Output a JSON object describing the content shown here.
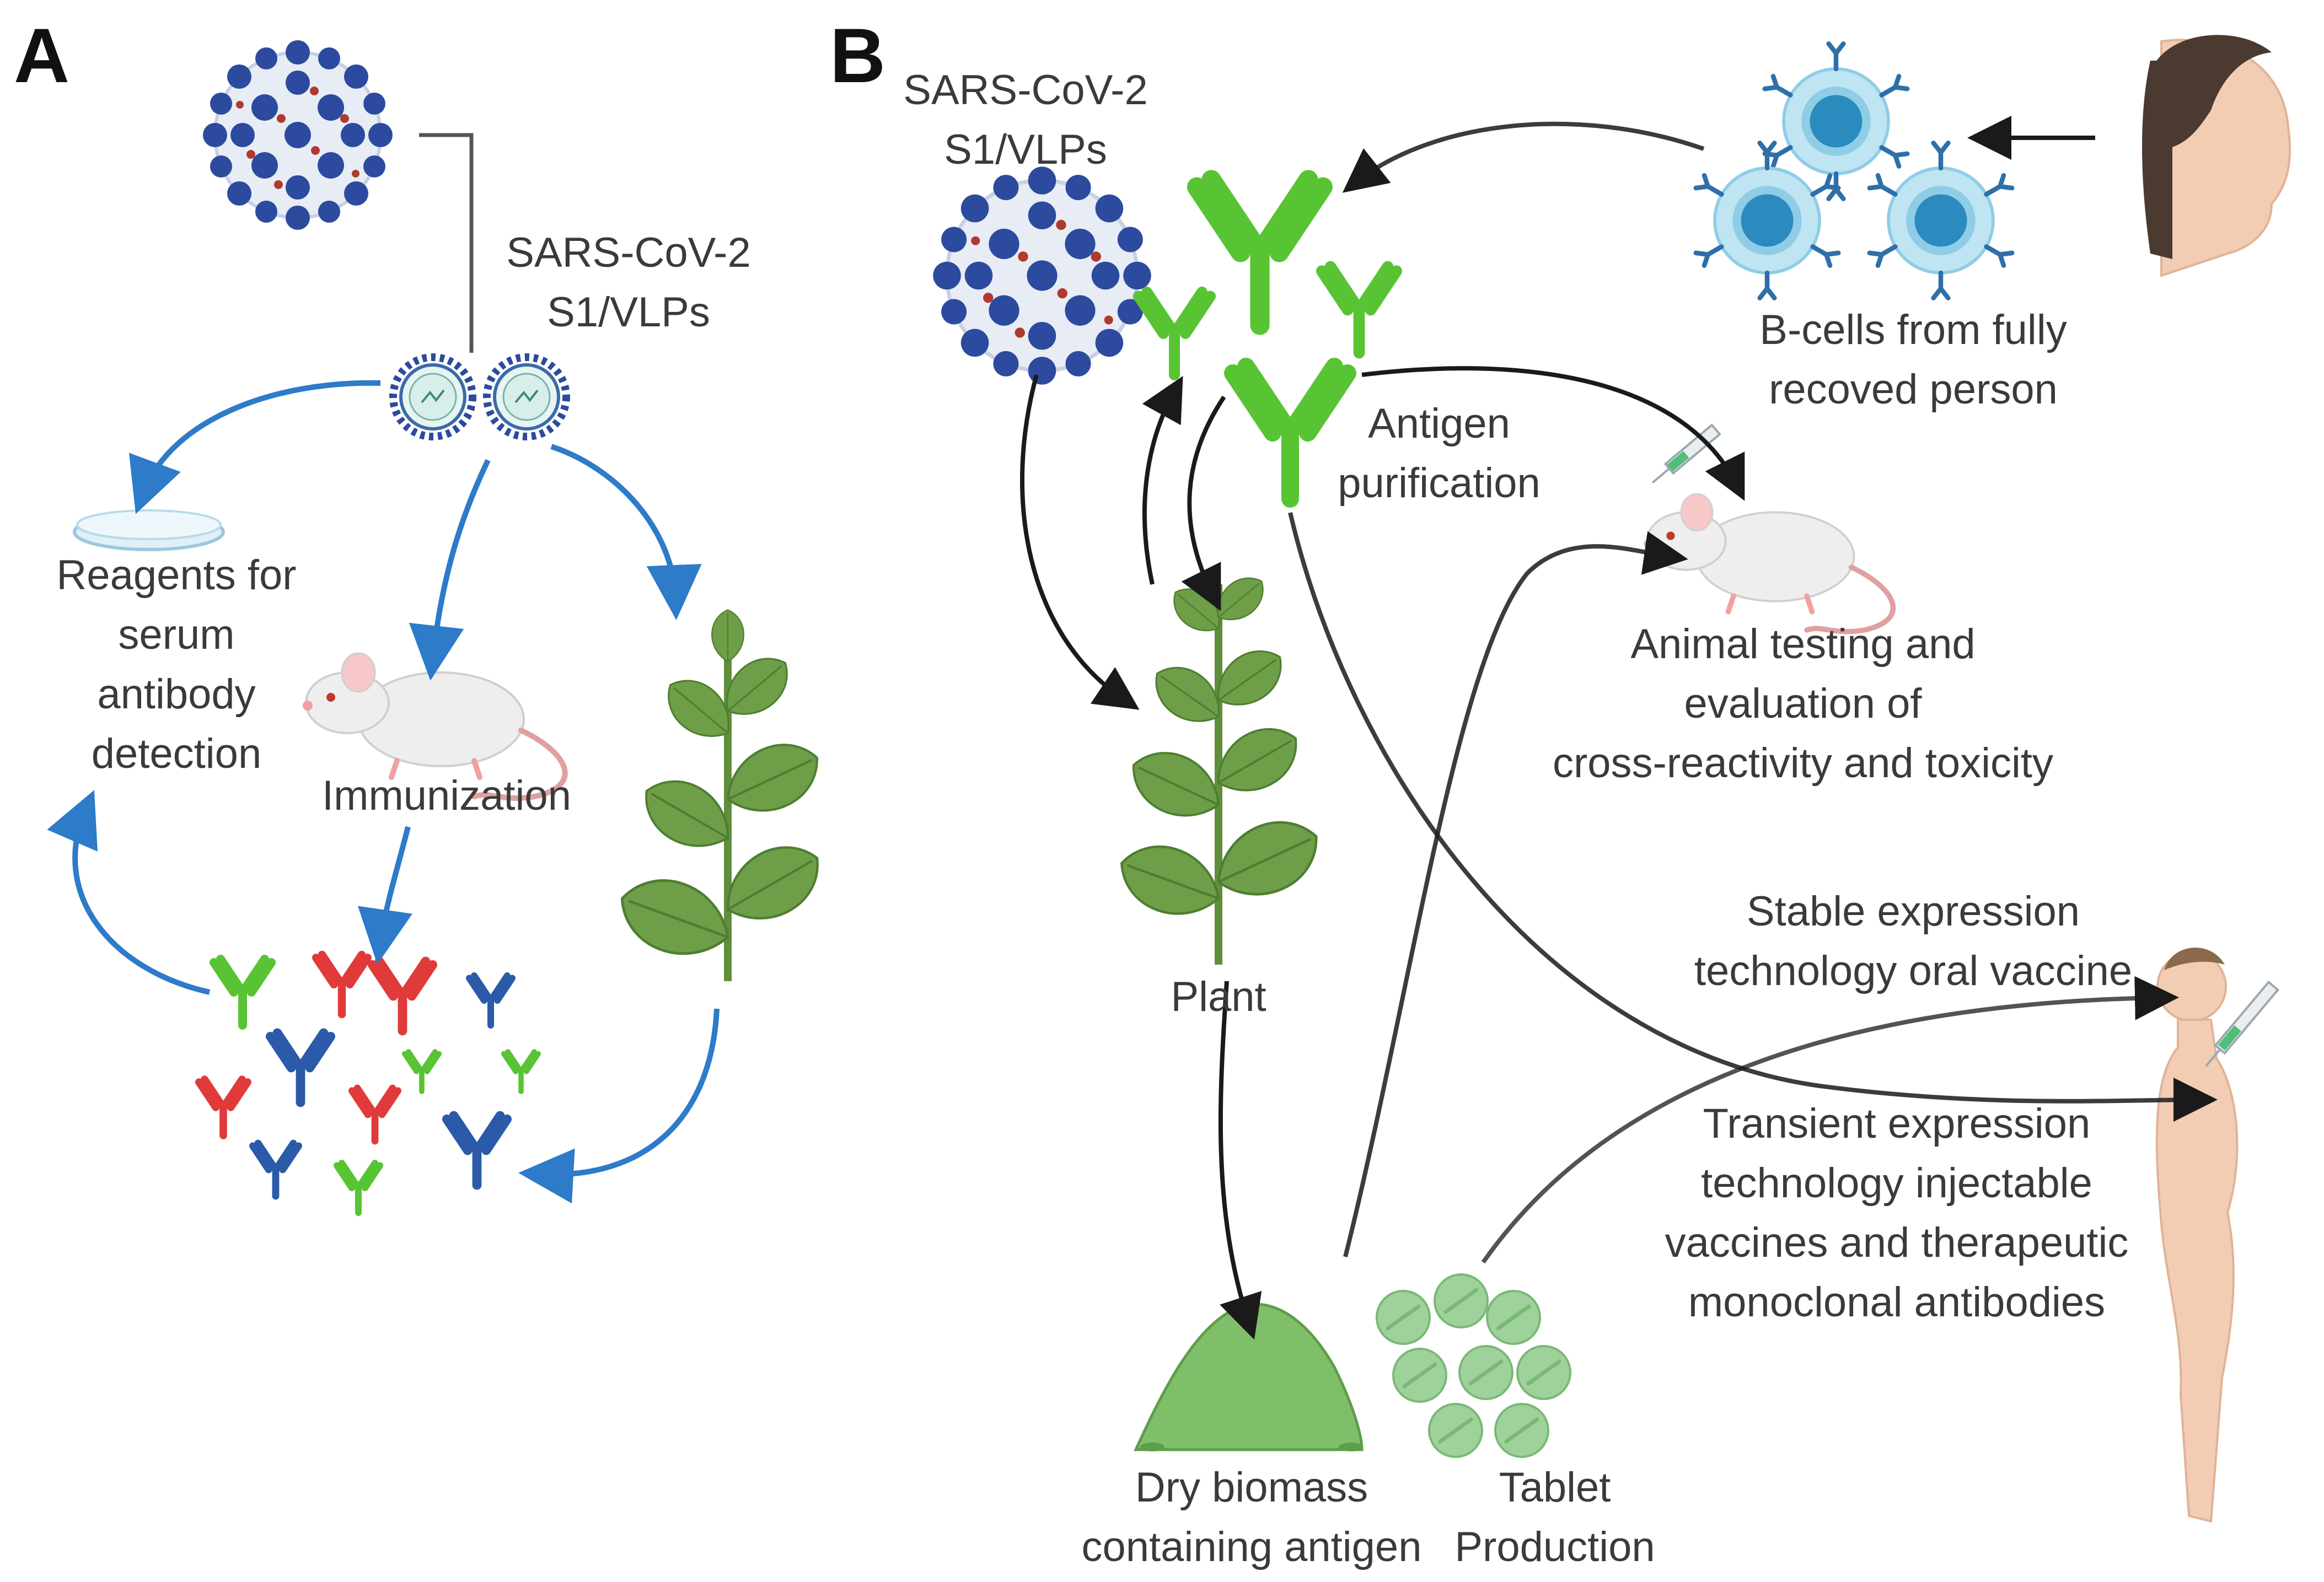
{
  "panels": {
    "a": "A",
    "b": "B"
  },
  "panel_a": {
    "virus_label": [
      "SARS-CoV-2",
      "S1/VLPs"
    ],
    "reagents_label": [
      "Reagents for",
      "serum",
      "antibody",
      "detection"
    ],
    "immunization_label": "Immunization"
  },
  "panel_b": {
    "virus_label": [
      "SARS-CoV-2",
      "S1/VLPs"
    ],
    "bcells_label": [
      "B-cells from fully",
      "recoved person"
    ],
    "antigen_label": [
      "Antigen",
      "purification"
    ],
    "animal_label": [
      "Animal testing and",
      "evaluation of",
      "cross-reactivity and toxicity"
    ],
    "plant_label": "Plant",
    "stable_label": [
      "Stable expression",
      "technology oral vaccine"
    ],
    "transient_label": [
      "Transient expression",
      "technology injectable",
      "vaccines and therapeutic",
      "monoclonal antibodies"
    ],
    "biomass_label": [
      "Dry biomass",
      "containing antigen"
    ],
    "tablet_label": [
      "Tablet",
      "Production"
    ]
  },
  "colors": {
    "virus_body": "#e8ecf5",
    "virus_spike": "#2c4a9e",
    "virus_dot": "#b03a2e",
    "plant_leaf": "#6e9e48",
    "plant_leaf_dark": "#4f7e32",
    "plant_stem": "#5f8f3c",
    "antibody_green": "#58c434",
    "antibody_red": "#e03a3a",
    "antibody_blue": "#2a5aa8",
    "arrow_blue": "#2d7bc9",
    "arrow_black": "#1a1a1a",
    "bcell_outer": "#8fcde6",
    "bcell_nucleus": "#2b8bbf",
    "skin": "#f2cdb4",
    "mouse_body": "#eeeeee",
    "tablet": "#9ed29a",
    "biomass": "#7fbf6a"
  },
  "icons": [
    "coronavirus-icon",
    "vlp-icon",
    "petri-dish-icon",
    "mouse-icon",
    "antibody-icon",
    "plant-icon",
    "b-cell-icon",
    "human-head-icon",
    "human-body-icon",
    "syringe-icon",
    "tablet-icon",
    "biomass-pile-icon"
  ]
}
